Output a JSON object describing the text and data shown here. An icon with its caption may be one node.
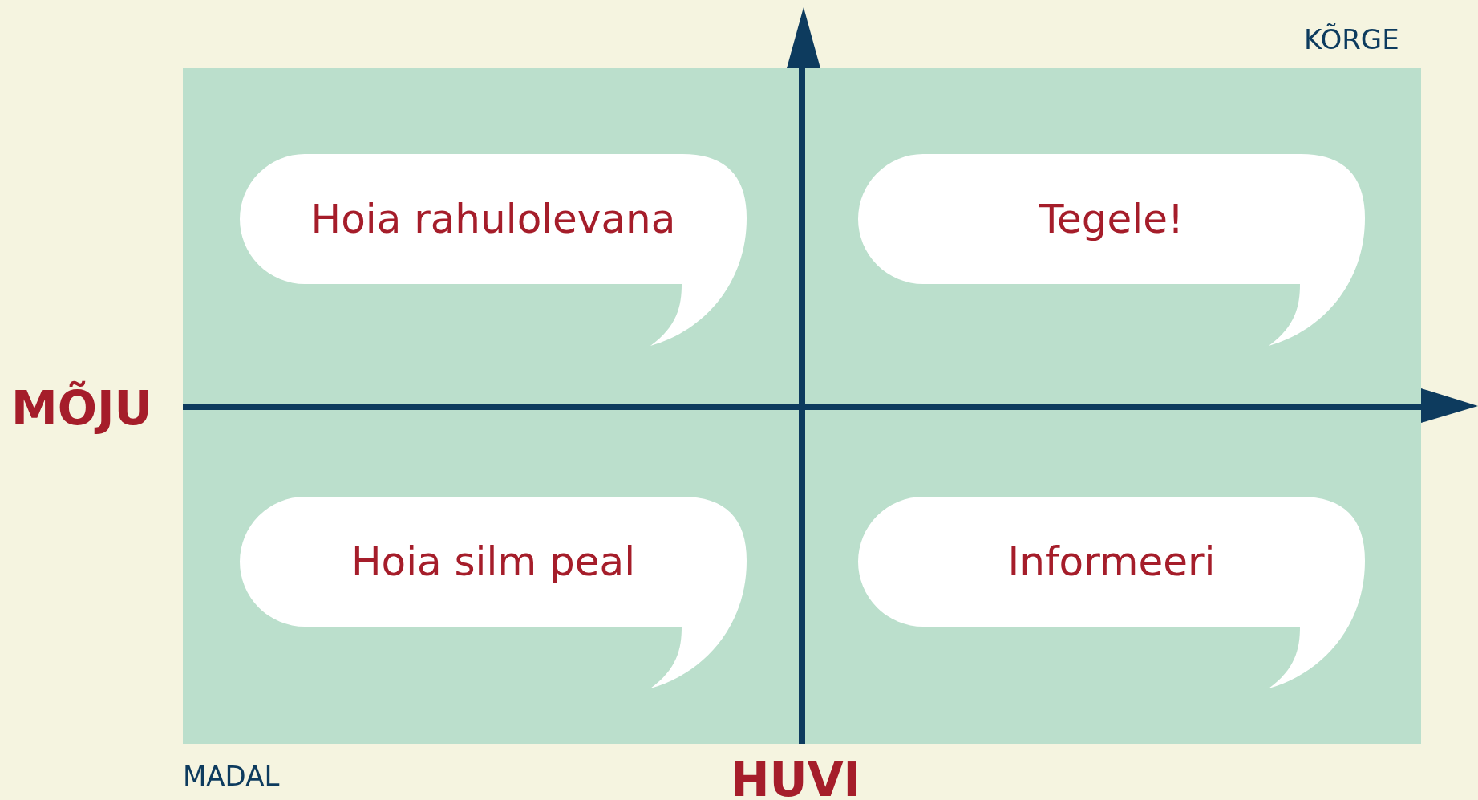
{
  "diagram": {
    "nodes": [
      {
        "text": [
          "Hoia rahulolevana"
        ]
      },
      {
        "text": [
          "Tegele!"
        ]
      },
      {
        "text": [
          "Hoia silm peal"
        ]
      },
      {
        "text": [
          "Informeeri"
        ]
      }
    ],
    "labels": [
      "KÕRGE",
      "MÕJU",
      "MADAL",
      "HUVI"
    ]
  }
}
